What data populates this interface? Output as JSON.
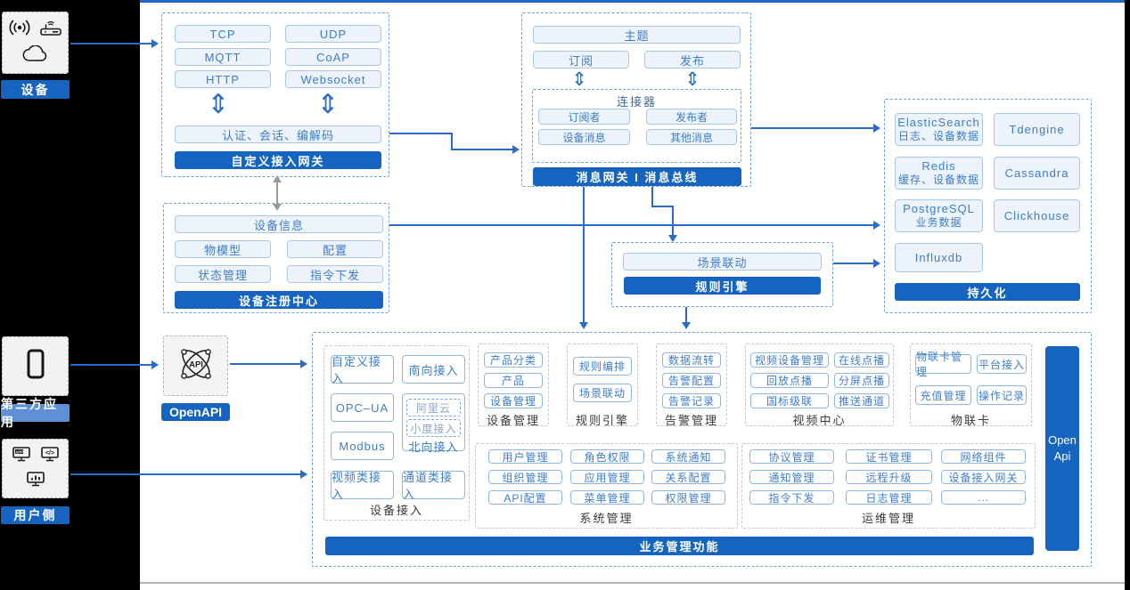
{
  "icons": {
    "updown_arrow": "⇕"
  },
  "sources": {
    "device": {
      "label": "设备"
    },
    "third_party": {
      "label": "第三方应用"
    },
    "user_side": {
      "label": "用户侧"
    }
  },
  "gateway": {
    "protocols": [
      "TCP",
      "UDP",
      "MQTT",
      "CoAP",
      "HTTP",
      "Websocket"
    ],
    "auth": "认证、会话、编解码",
    "bar": "自定义接入网关"
  },
  "message_bus": {
    "topic": "主题",
    "subscribe": "订阅",
    "publish": "发布",
    "connector": {
      "title": "连接器",
      "items": [
        "订阅者",
        "发布者",
        "设备消息",
        "其他消息"
      ]
    },
    "bar": "消息网关 I 消息总线"
  },
  "persistence": {
    "es_name": "ElasticSearch",
    "es_sub": "日志、设备数据",
    "tdengine": "Tdengine",
    "redis_name": "Redis",
    "redis_sub": "缓存、设备数据",
    "cassandra": "Cassandra",
    "pg_name": "PostgreSQL",
    "pg_sub": "业务数据",
    "clickhouse": "Clickhouse",
    "influxdb": "Influxdb",
    "bar": "持久化"
  },
  "registry": {
    "info": "设备信息",
    "items": [
      "物模型",
      "配置",
      "状态管理",
      "指令下发"
    ],
    "bar": "设备注册中心"
  },
  "rule_box": {
    "scene": "场景联动",
    "bar": "规则引擎"
  },
  "openapi": {
    "label": "OpenAPI"
  },
  "business": {
    "bar": "业务管理功能",
    "open_api_line1": "Open",
    "open_api_line2": "Api",
    "device_access": {
      "label": "设备接入",
      "items": [
        "自定义接入",
        "南向接入",
        "OPC–UA",
        "Modbus",
        "视频类接入",
        "通道类接入"
      ],
      "north": {
        "label": "北向接入",
        "items": [
          "阿里云",
          "小度接入"
        ]
      }
    },
    "device_mgmt": {
      "label": "设备管理",
      "items": [
        "产品分类",
        "产品",
        "设备管理"
      ]
    },
    "rule_engine": {
      "label": "规则引擎",
      "items": [
        "规则编排",
        "场景联动"
      ]
    },
    "alarm": {
      "label": "告警管理",
      "items": [
        "数据流转",
        "告警配置",
        "告警记录"
      ]
    },
    "video_center": {
      "label": "视频中心",
      "items": [
        "视频设备管理",
        "在线点播",
        "回放点播",
        "分屏点播",
        "国标级联",
        "推送通道"
      ]
    },
    "iot_card": {
      "label": "物联卡",
      "items": [
        "物联卡管理",
        "平台接入",
        "充值管理",
        "操作记录"
      ]
    },
    "system_mgmt": {
      "label": "系统管理",
      "items": [
        "用户管理",
        "角色权限",
        "系统通知",
        "组织管理",
        "应用管理",
        "关系配置",
        "API配置",
        "菜单管理",
        "权限管理"
      ]
    },
    "ops_mgmt": {
      "label": "运维管理",
      "items": [
        "协议管理",
        "证书管理",
        "网络组件",
        "通知管理",
        "远程升级",
        "设备接入网关",
        "指令下发",
        "日志管理",
        "..."
      ]
    }
  },
  "colors": {
    "accent": "#1565c0",
    "arrow": "#2a6bc5",
    "light_label": "#5f90d6"
  }
}
